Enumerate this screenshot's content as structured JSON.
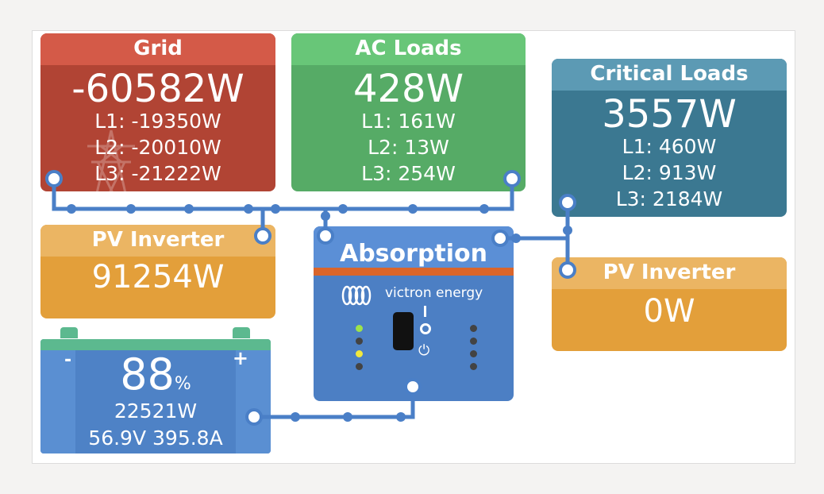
{
  "grid": {
    "title": "Grid",
    "power": "-60582W",
    "l1": "L1: -19350W",
    "l2": "L2: -20010W",
    "l3": "L3: -21222W"
  },
  "ac_loads": {
    "title": "AC Loads",
    "power": "428W",
    "l1": "L1: 161W",
    "l2": "L2: 13W",
    "l3": "L3: 254W"
  },
  "critical_loads": {
    "title": "Critical Loads",
    "power": "3557W",
    "l1": "L1: 460W",
    "l2": "L2: 913W",
    "l3": "L3: 2184W"
  },
  "pv_inverter_left": {
    "title": "PV Inverter",
    "power": "91254W"
  },
  "pv_inverter_right": {
    "title": "PV Inverter",
    "power": "0W"
  },
  "inverter": {
    "state": "Absorption",
    "brand": "victron energy"
  },
  "battery": {
    "soc": "88",
    "soc_unit": "%",
    "power": "22521W",
    "voltage_current": "56.9V  395.8A",
    "minus": "-",
    "plus": "+"
  },
  "colors": {
    "grid": "#b14434",
    "ac_loads": "#56ab66",
    "critical": "#3b7891",
    "pv": "#e39f3a",
    "inverter": "#4c7fc4",
    "battery": "#4e82c6",
    "line": "#4a7fc7"
  }
}
